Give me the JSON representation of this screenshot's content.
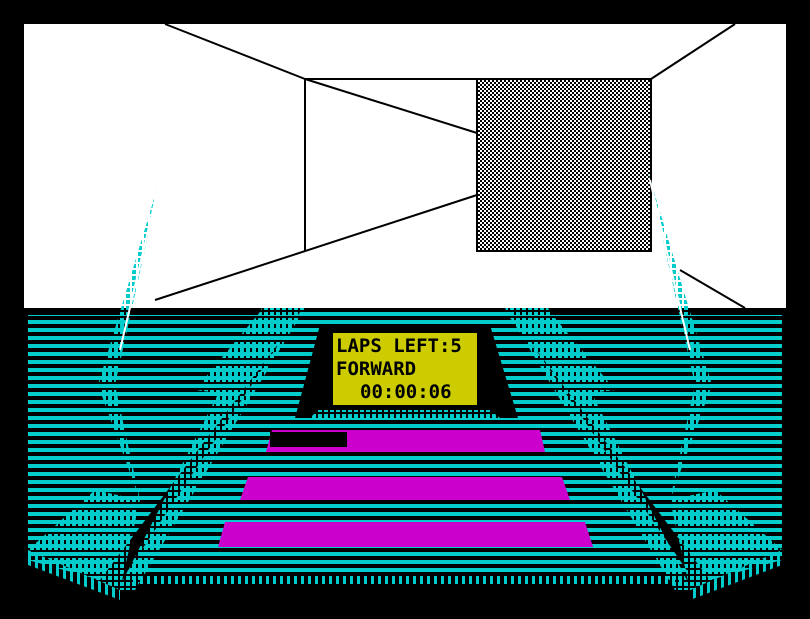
{
  "hud": {
    "laps_label": "LAPS LEFT:",
    "laps_left": "5",
    "direction": "FORWARD",
    "timer": "00:00:06"
  },
  "colors": {
    "sky": "#ffffff",
    "floor": "#00cccc",
    "hud": "#cccc00",
    "lane": "#cc00cc",
    "border": "#000000"
  }
}
